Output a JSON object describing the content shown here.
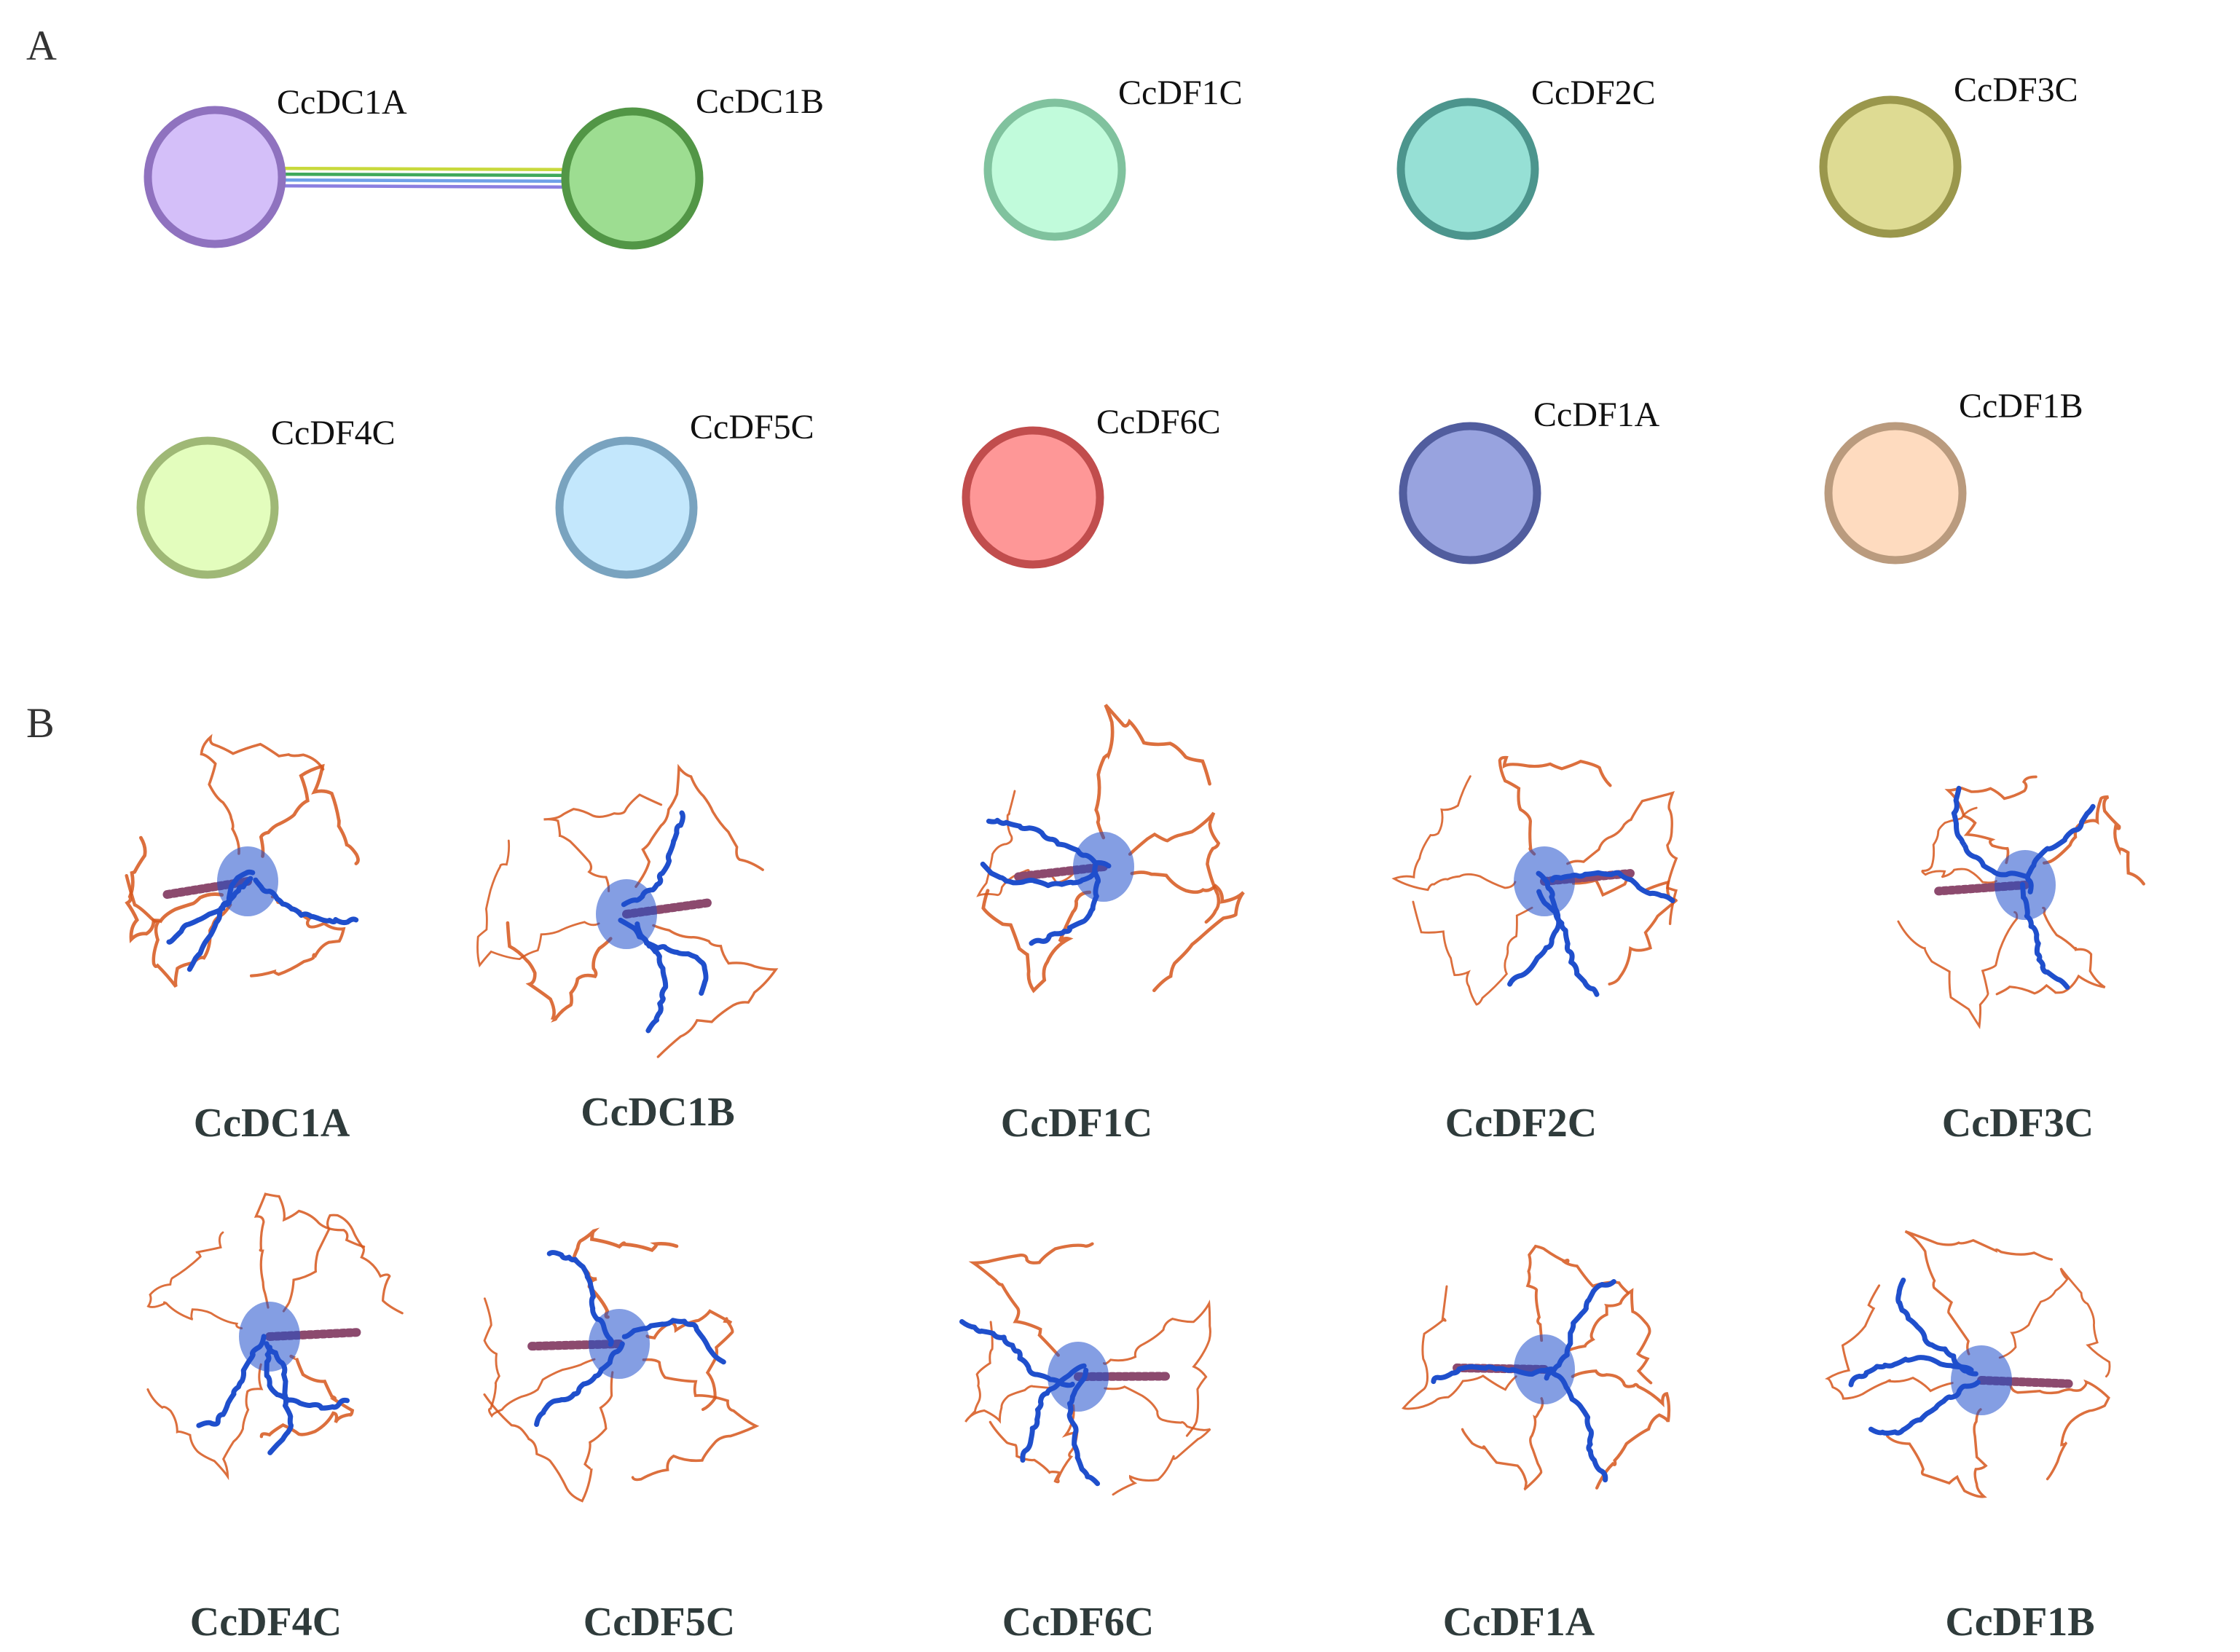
{
  "panels": {
    "a": "A",
    "b": "B"
  },
  "network": {
    "nodes": [
      {
        "id": "CcDC1A",
        "label": "CcDC1A",
        "fill": "#d4bff9",
        "stroke": "#8f72bf"
      },
      {
        "id": "CcDC1B",
        "label": "CcDC1B",
        "fill": "#9ddd91",
        "stroke": "#529646"
      },
      {
        "id": "CcDF1C",
        "label": "CcDF1C",
        "fill": "#c1fbdb",
        "stroke": "#80c29e"
      },
      {
        "id": "CcDF2C",
        "label": "CcDF2C",
        "fill": "#96e0d5",
        "stroke": "#4c958d"
      },
      {
        "id": "CcDF3C",
        "label": "CcDF3C",
        "fill": "#dedb93",
        "stroke": "#9a974c"
      },
      {
        "id": "CcDF4C",
        "label": "CcDF4C",
        "fill": "#e3fdbd",
        "stroke": "#9fb876"
      },
      {
        "id": "CcDF5C",
        "label": "CcDF5C",
        "fill": "#c3e7fc",
        "stroke": "#79a3bf"
      },
      {
        "id": "CcDF6C",
        "label": "CcDF6C",
        "fill": "#fe9797",
        "stroke": "#c14d4d"
      },
      {
        "id": "CcDF1A",
        "label": "CcDF1A",
        "fill": "#98a3df",
        "stroke": "#515d9e"
      },
      {
        "id": "CcDF1B",
        "label": "CcDF1B",
        "fill": "#fedbbf",
        "stroke": "#ba9b7e"
      }
    ],
    "edges": [
      {
        "source": "CcDC1A",
        "target": "CcDC1B",
        "colors": [
          "#c8d93c",
          "#3fa95b",
          "#6fa0e8",
          "#8b7fe0"
        ]
      }
    ]
  },
  "structures": {
    "labels": [
      "CcDC1A",
      "CcDC1B",
      "CcDF1C",
      "CcDF2C",
      "CcDF3C",
      "CcDF4C",
      "CcDF5C",
      "CcDF6C",
      "CcDF1A",
      "CcDF1B"
    ],
    "colors": {
      "domain": "#1f4fcc",
      "coil": "#d6561b",
      "helix": "#8c4a6e"
    }
  }
}
